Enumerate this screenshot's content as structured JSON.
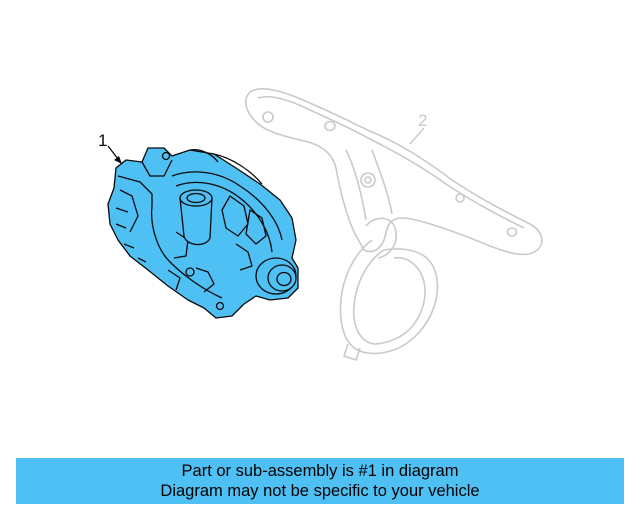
{
  "diagram": {
    "callouts": [
      {
        "id": "1",
        "label": "1"
      },
      {
        "id": "2",
        "label": "2"
      }
    ],
    "colors": {
      "highlight_fill": "#4fc0f4",
      "highlight_stroke": "#0a0a0a",
      "ghost_stroke": "#c9c9c9"
    }
  },
  "caption": {
    "line1": "Part or sub-assembly is #1 in diagram",
    "line2": "Diagram may not be specific to your vehicle",
    "background": "#4fc0f4"
  }
}
